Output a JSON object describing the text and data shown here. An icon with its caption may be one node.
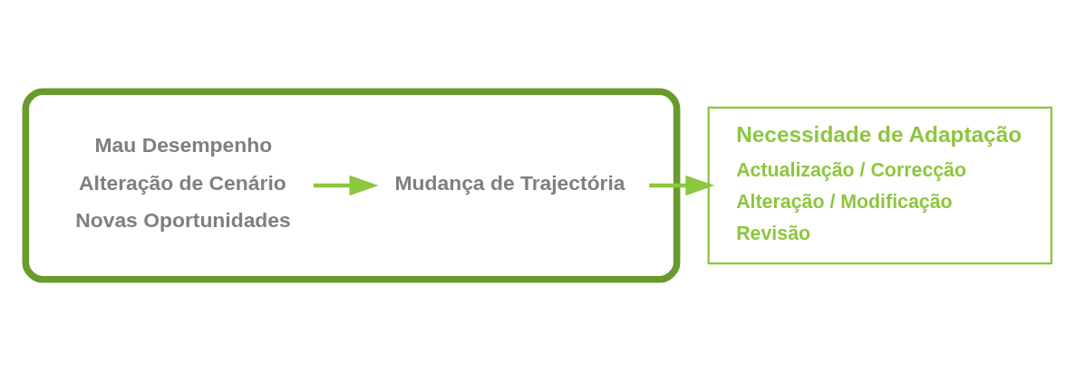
{
  "diagram": {
    "nodes": [
      {
        "text": [],
        "shape": "ellipse"
      },
      {
        "text": [
          "Mau Desempenho",
          "Alteração de Cenário",
          "Novas Oportunidades"
        ],
        "in": 0
      },
      {
        "text": [
          "Mudança de Trajectória"
        ],
        "in": 0
      },
      {
        "text": [
          "Necessidade de Adaptação",
          "Actualização / Correcção",
          "Alteração / Modificação",
          "Revisão"
        ]
      }
    ],
    "edges": [
      {
        "from": 1,
        "to": 2,
        "arrow": "to"
      },
      {
        "from": 2,
        "to": 3,
        "arrow": "to"
      }
    ]
  }
}
